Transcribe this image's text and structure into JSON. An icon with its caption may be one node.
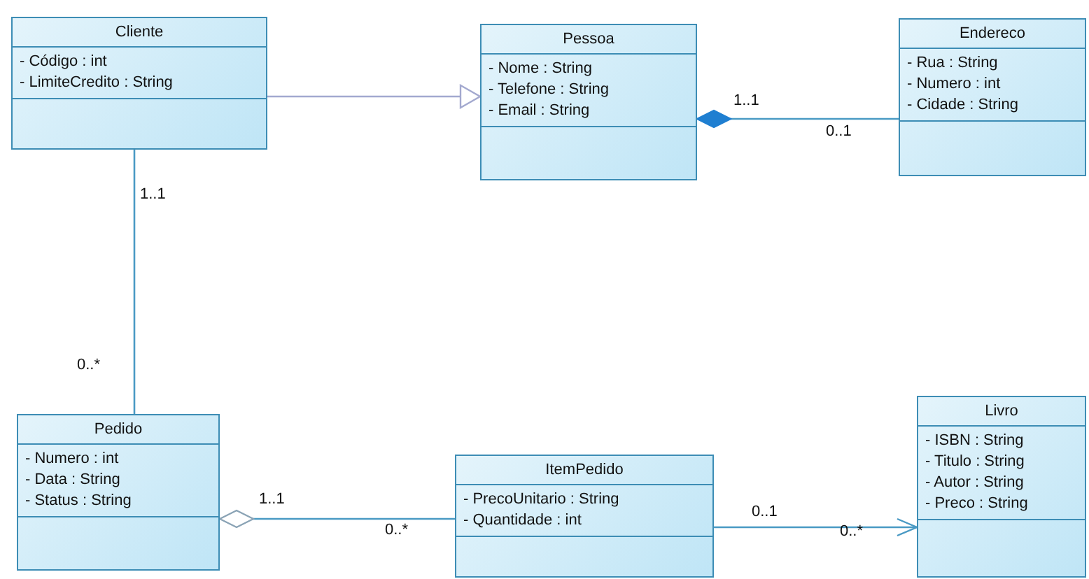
{
  "diagram": {
    "nodes": [
      {
        "text": [
          "Cliente",
          "- Código : int",
          "- LimiteCredito : String"
        ]
      },
      {
        "text": [
          "Pessoa",
          "- Nome : String",
          "- Telefone : String",
          "- Email : String"
        ]
      },
      {
        "text": [
          "Endereco",
          "- Rua : String",
          "- Numero : int",
          "- Cidade : String"
        ]
      },
      {
        "text": [
          "Pedido",
          "- Numero : int",
          "- Data : String",
          "- Status : String"
        ]
      },
      {
        "text": [
          "ItemPedido",
          "- PrecoUnitario : String",
          "- Quantidade : int"
        ]
      },
      {
        "text": [
          "Livro",
          "- ISBN : String",
          "- Titulo : String",
          "- Autor : String",
          "- Preco : String"
        ]
      }
    ],
    "edges": [
      {
        "from": 0,
        "to": 1,
        "arrow": "to",
        "color": "#a3a9cf"
      },
      {
        "from": 2,
        "to": 1,
        "arrow": "other"
      },
      {
        "from": 0,
        "to": 3,
        "arrow": "none"
      },
      {
        "from": 4,
        "to": 3,
        "arrow": "other"
      },
      {
        "from": 4,
        "to": 5,
        "arrow": "to"
      }
    ],
    "labels": [
      "1..1",
      "0..1",
      "1..1",
      "0..*",
      "1..1",
      "0..1",
      "0..*",
      "0..*"
    ]
  }
}
